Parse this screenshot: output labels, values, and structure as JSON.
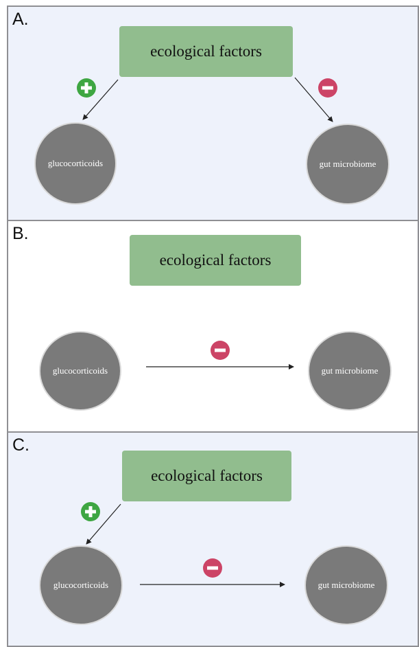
{
  "colors": {
    "panel_tint": "#eef2fb",
    "factor_box": "#91bd8e",
    "node_fill": "#7a7a7a",
    "plus_green": "#3ea642",
    "minus_red": "#cc4466"
  },
  "icons": [
    "plus-circle-icon",
    "minus-circle-icon"
  ],
  "panels": [
    {
      "letter": "A.",
      "factor": "ecological factors",
      "left_node": "glucocorticoids",
      "right_node": "gut microbiome"
    },
    {
      "letter": "B.",
      "factor": "ecological factors",
      "left_node": "glucocorticoids",
      "right_node": "gut microbiome"
    },
    {
      "letter": "C.",
      "factor": "ecological factors",
      "left_node": "glucocorticoids",
      "right_node": "gut microbiome"
    }
  ]
}
